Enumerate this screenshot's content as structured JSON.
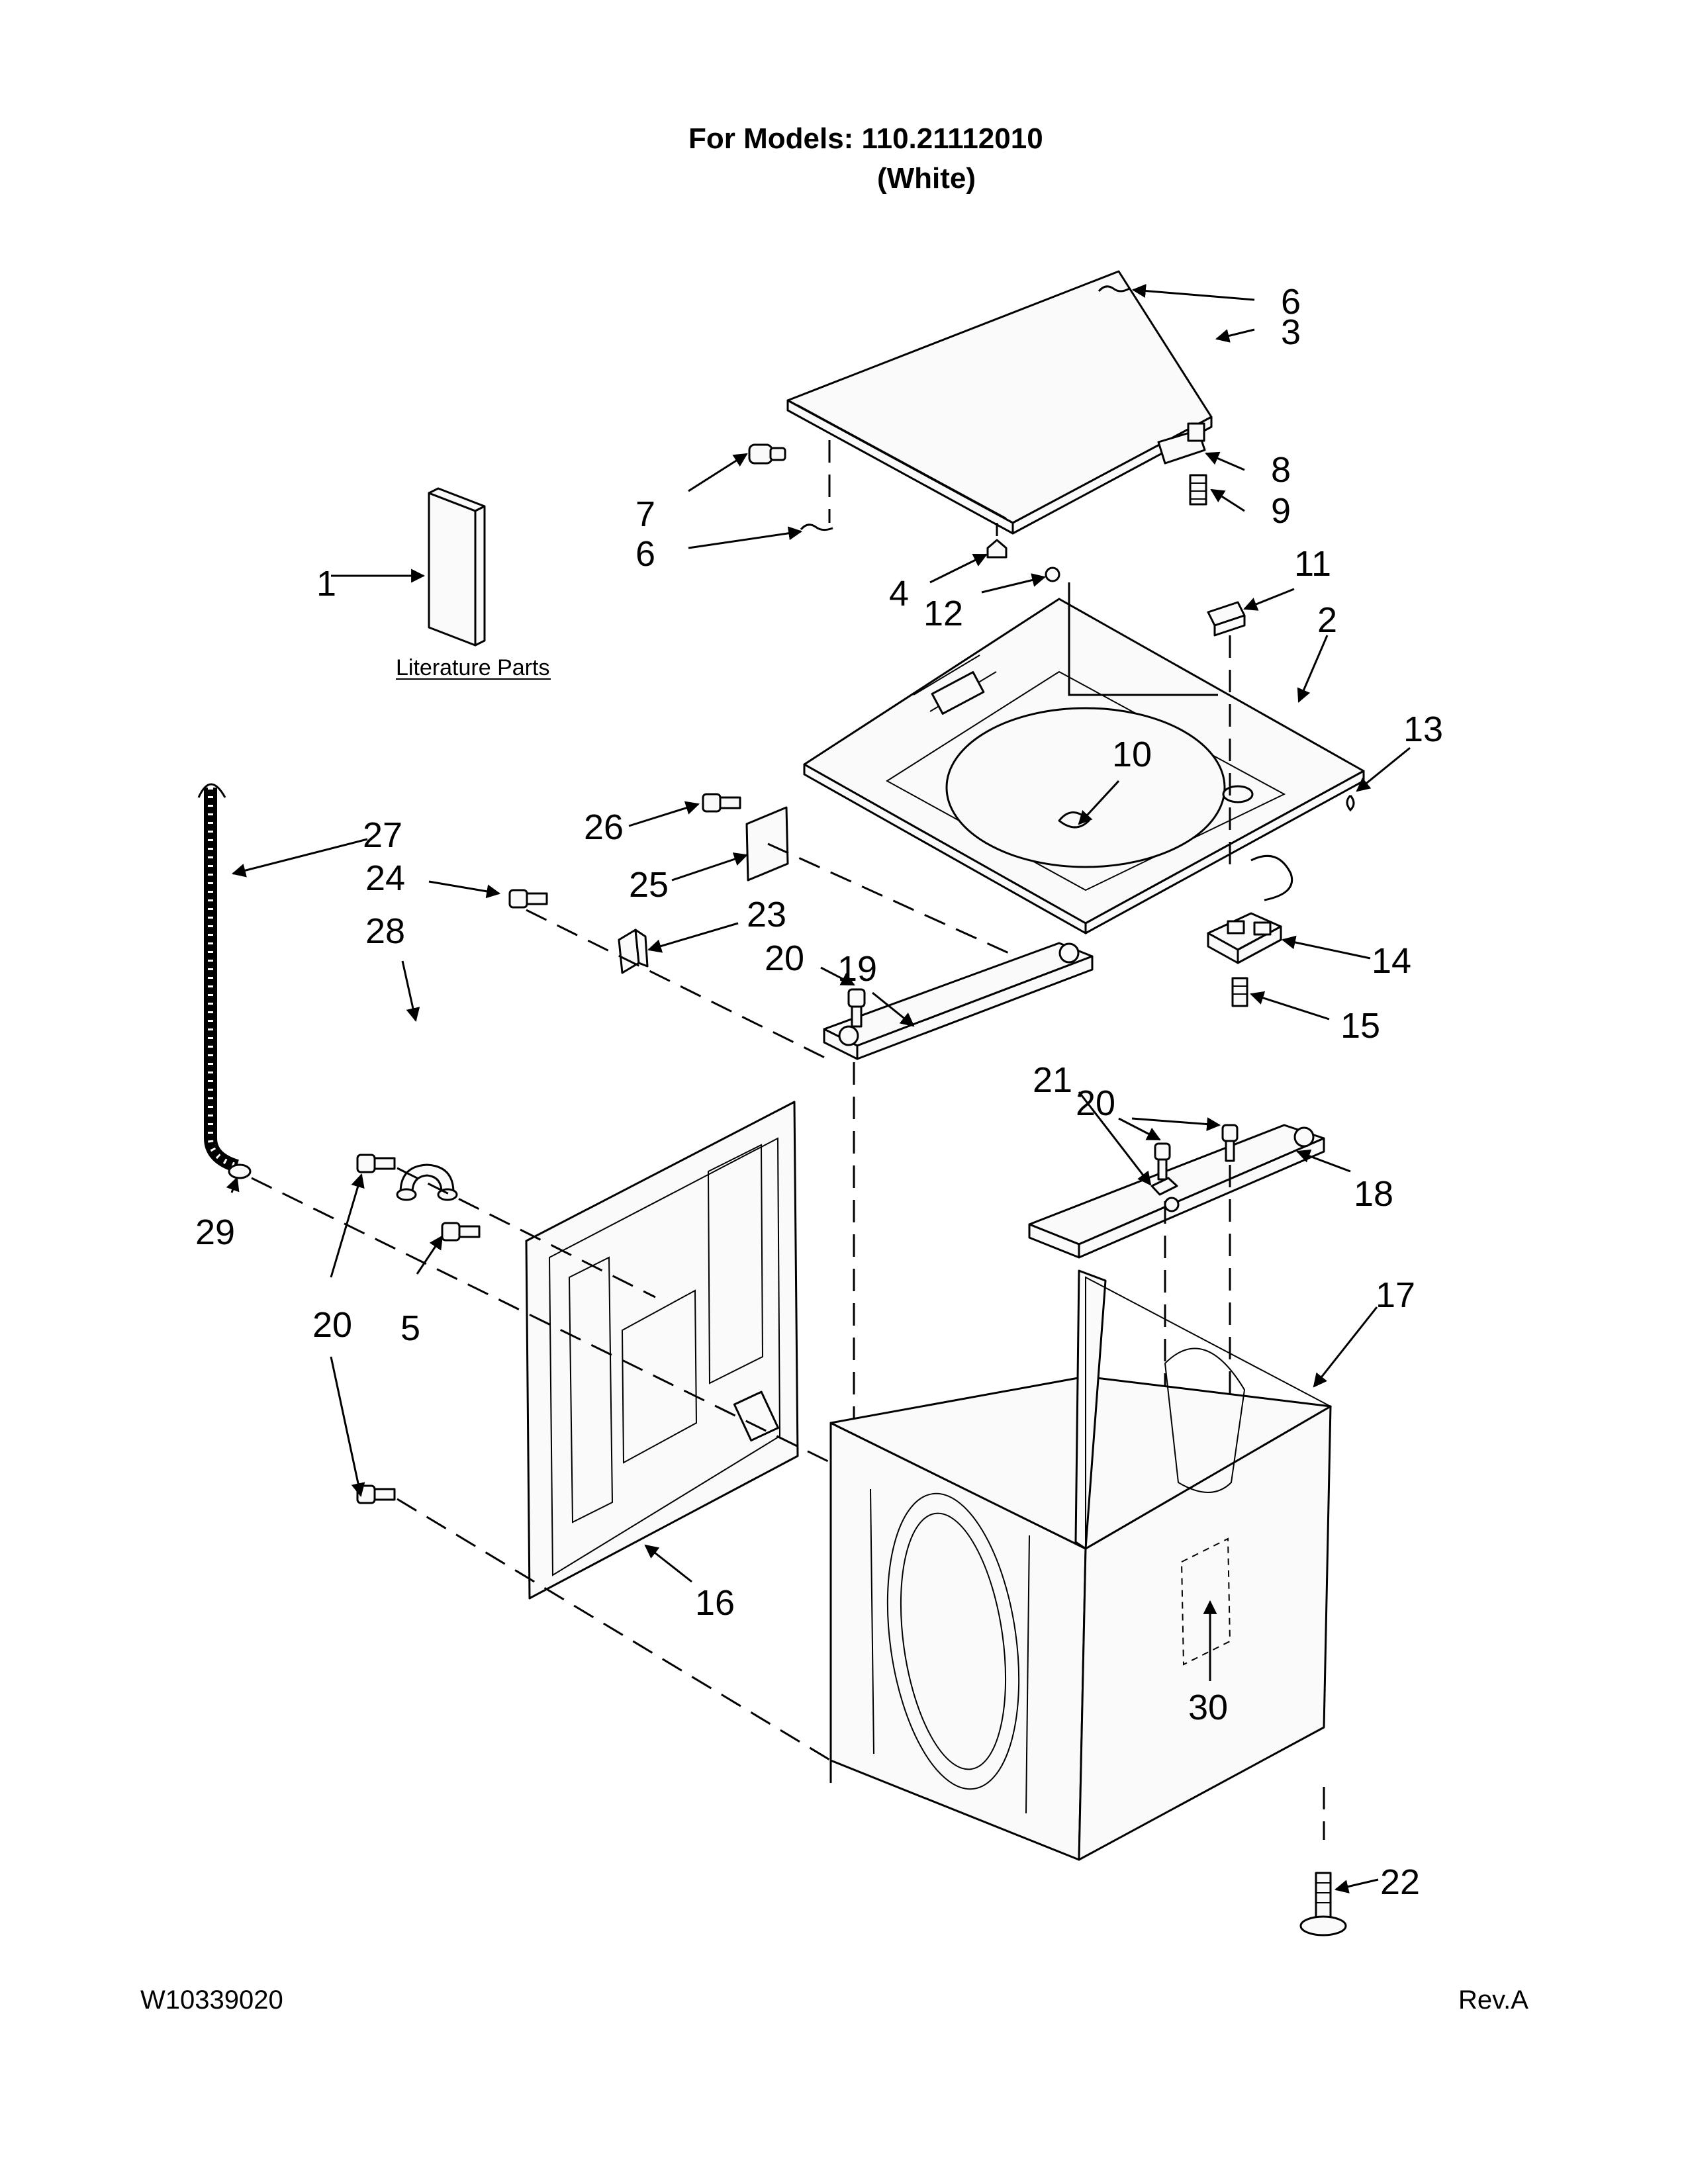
{
  "header": {
    "models_line": "For Models: 110.21112010",
    "color_line": "(White)"
  },
  "footer": {
    "doc_number": "W10339020",
    "revision": "Rev.A"
  },
  "literature_label": "Literature Parts",
  "callouts": {
    "c1": "1",
    "c2": "2",
    "c3": "3",
    "c4": "4",
    "c5": "5",
    "c6a": "6",
    "c6b": "6",
    "c7": "7",
    "c8": "8",
    "c9": "9",
    "c10": "10",
    "c11": "11",
    "c12": "12",
    "c13": "13",
    "c14": "14",
    "c15": "15",
    "c16": "16",
    "c17": "17",
    "c18": "18",
    "c19": "19",
    "c20a": "20",
    "c20b": "20",
    "c20c": "20",
    "c21": "21",
    "c22": "22",
    "c23": "23",
    "c24": "24",
    "c25": "25",
    "c26": "26",
    "c27": "27",
    "c28": "28",
    "c29": "29",
    "c30": "30"
  }
}
